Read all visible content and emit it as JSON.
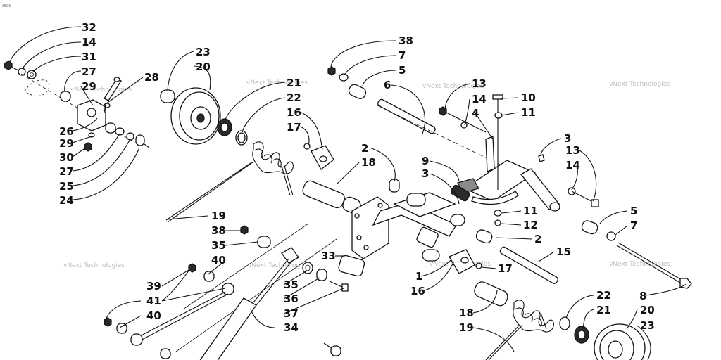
{
  "corner_label": "ARC-5",
  "watermark": "vNext Technologies",
  "callouts": [
    {
      "id": "c32a",
      "text": "32"
    },
    {
      "id": "c14a",
      "text": "14"
    },
    {
      "id": "c31",
      "text": "31"
    },
    {
      "id": "c27a",
      "text": "27"
    },
    {
      "id": "c29a",
      "text": "29"
    },
    {
      "id": "c28",
      "text": "28"
    },
    {
      "id": "c26",
      "text": "26"
    },
    {
      "id": "c29b",
      "text": "29"
    },
    {
      "id": "c30",
      "text": "30"
    },
    {
      "id": "c27b",
      "text": "27"
    },
    {
      "id": "c25",
      "text": "25"
    },
    {
      "id": "c24",
      "text": "24"
    },
    {
      "id": "c23a",
      "text": "23"
    },
    {
      "id": "c20a",
      "text": "20"
    },
    {
      "id": "c21a",
      "text": "21"
    },
    {
      "id": "c22a",
      "text": "22"
    },
    {
      "id": "c16a",
      "text": "16"
    },
    {
      "id": "c17a",
      "text": "17"
    },
    {
      "id": "c18a",
      "text": "18"
    },
    {
      "id": "c19a",
      "text": "19"
    },
    {
      "id": "c38a",
      "text": "38"
    },
    {
      "id": "c7a",
      "text": "7"
    },
    {
      "id": "c5a",
      "text": "5"
    },
    {
      "id": "c6",
      "text": "6"
    },
    {
      "id": "c13a",
      "text": "13"
    },
    {
      "id": "c14b",
      "text": "14"
    },
    {
      "id": "c4",
      "text": "4"
    },
    {
      "id": "c10",
      "text": "10"
    },
    {
      "id": "c11a",
      "text": "11"
    },
    {
      "id": "c3a",
      "text": "3"
    },
    {
      "id": "c13b",
      "text": "13"
    },
    {
      "id": "c14c",
      "text": "14"
    },
    {
      "id": "c2a",
      "text": "2"
    },
    {
      "id": "c9",
      "text": "9"
    },
    {
      "id": "c3b",
      "text": "3"
    },
    {
      "id": "c11b",
      "text": "11"
    },
    {
      "id": "c12",
      "text": "12"
    },
    {
      "id": "c5b",
      "text": "5"
    },
    {
      "id": "c7b",
      "text": "7"
    },
    {
      "id": "c2b",
      "text": "2"
    },
    {
      "id": "c15",
      "text": "15"
    },
    {
      "id": "c38b",
      "text": "38"
    },
    {
      "id": "c35a",
      "text": "35"
    },
    {
      "id": "c40a",
      "text": "40"
    },
    {
      "id": "c33",
      "text": "33"
    },
    {
      "id": "c1",
      "text": "1"
    },
    {
      "id": "c17b",
      "text": "17"
    },
    {
      "id": "c16b",
      "text": "16"
    },
    {
      "id": "c39",
      "text": "39"
    },
    {
      "id": "c41",
      "text": "41"
    },
    {
      "id": "c40b",
      "text": "40"
    },
    {
      "id": "c35b",
      "text": "35"
    },
    {
      "id": "c36",
      "text": "36"
    },
    {
      "id": "c37",
      "text": "37"
    },
    {
      "id": "c34",
      "text": "34"
    },
    {
      "id": "c18b",
      "text": "18"
    },
    {
      "id": "c19b",
      "text": "19"
    },
    {
      "id": "c22b",
      "text": "22"
    },
    {
      "id": "c21b",
      "text": "21"
    },
    {
      "id": "c20b",
      "text": "20"
    },
    {
      "id": "c23b",
      "text": "23"
    },
    {
      "id": "c8",
      "text": "8"
    }
  ]
}
